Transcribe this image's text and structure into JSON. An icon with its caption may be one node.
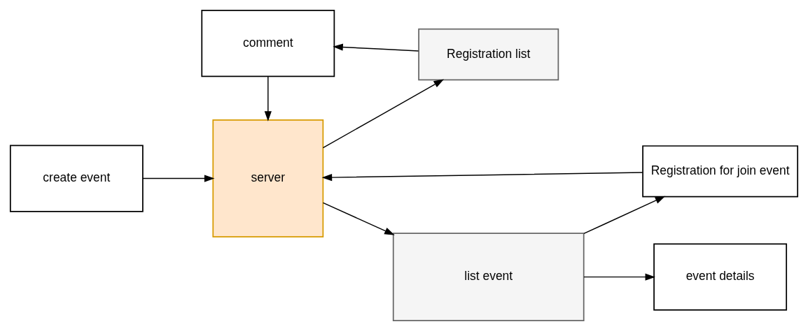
{
  "diagram": {
    "nodes": [
      {
        "text": [
          "create event"
        ]
      },
      {
        "text": [
          "server"
        ]
      },
      {
        "text": [
          "list event"
        ]
      },
      {
        "text": [
          "Registration for join event"
        ]
      },
      {
        "text": [
          "event details"
        ]
      },
      {
        "text": [
          "Registration list"
        ]
      },
      {
        "text": [
          "comment"
        ]
      }
    ],
    "edges": [
      {
        "from": 0,
        "to": 1,
        "arrow": "to"
      },
      {
        "from": 1,
        "to": 2,
        "arrow": "to"
      },
      {
        "from": 2,
        "to": 3,
        "arrow": "to"
      },
      {
        "from": 3,
        "to": 1,
        "arrow": "to"
      },
      {
        "from": 2,
        "to": 4,
        "arrow": "to"
      },
      {
        "from": 1,
        "to": 5,
        "arrow": "to"
      },
      {
        "from": 5,
        "to": 6,
        "arrow": "to"
      },
      {
        "from": 6,
        "to": 1,
        "arrow": "to"
      }
    ]
  }
}
